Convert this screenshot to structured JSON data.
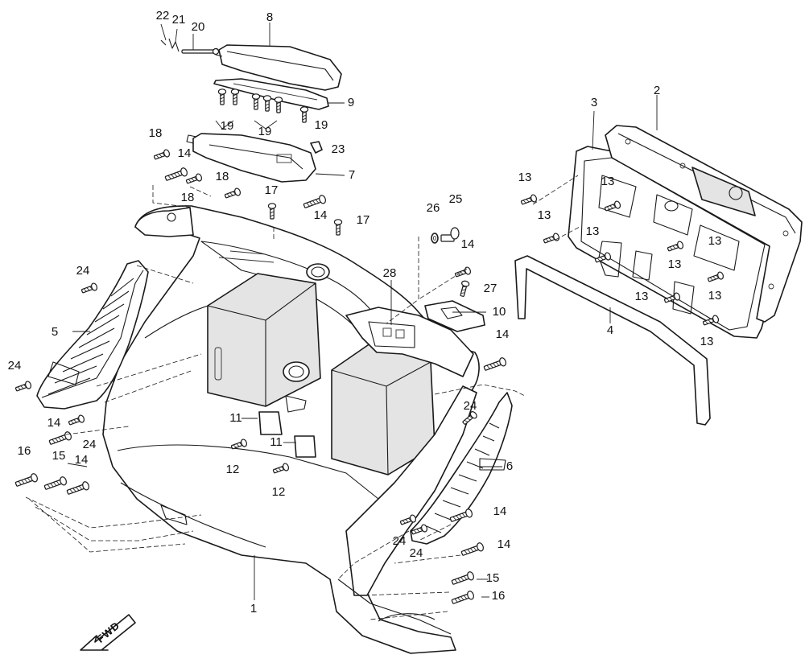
{
  "diagram": {
    "direction_label": "FWD",
    "callouts": [
      {
        "id": "c1",
        "text": "1"
      },
      {
        "id": "c2",
        "text": "2"
      },
      {
        "id": "c3",
        "text": "3"
      },
      {
        "id": "c4",
        "text": "4"
      },
      {
        "id": "c5",
        "text": "5"
      },
      {
        "id": "c6",
        "text": "6"
      },
      {
        "id": "c7",
        "text": "7"
      },
      {
        "id": "c8",
        "text": "8"
      },
      {
        "id": "c9",
        "text": "9"
      },
      {
        "id": "c10",
        "text": "10"
      },
      {
        "id": "c11a",
        "text": "11"
      },
      {
        "id": "c11b",
        "text": "11"
      },
      {
        "id": "c12a",
        "text": "12"
      },
      {
        "id": "c12b",
        "text": "12"
      },
      {
        "id": "c13a",
        "text": "13"
      },
      {
        "id": "c13b",
        "text": "13"
      },
      {
        "id": "c13c",
        "text": "13"
      },
      {
        "id": "c13d",
        "text": "13"
      },
      {
        "id": "c13e",
        "text": "13"
      },
      {
        "id": "c13f",
        "text": "13"
      },
      {
        "id": "c13g",
        "text": "13"
      },
      {
        "id": "c13h",
        "text": "13"
      },
      {
        "id": "c13i",
        "text": "13"
      },
      {
        "id": "c14a",
        "text": "14"
      },
      {
        "id": "c14b",
        "text": "14"
      },
      {
        "id": "c14c",
        "text": "14"
      },
      {
        "id": "c14d",
        "text": "14"
      },
      {
        "id": "c14e",
        "text": "14"
      },
      {
        "id": "c14f",
        "text": "14"
      },
      {
        "id": "c14g",
        "text": "14"
      },
      {
        "id": "c14h",
        "text": "14"
      },
      {
        "id": "c15a",
        "text": "15"
      },
      {
        "id": "c15b",
        "text": "15"
      },
      {
        "id": "c16a",
        "text": "16"
      },
      {
        "id": "c16b",
        "text": "16"
      },
      {
        "id": "c17a",
        "text": "17"
      },
      {
        "id": "c17b",
        "text": "17"
      },
      {
        "id": "c18a",
        "text": "18"
      },
      {
        "id": "c18b",
        "text": "18"
      },
      {
        "id": "c18c",
        "text": "18"
      },
      {
        "id": "c19a",
        "text": "19"
      },
      {
        "id": "c19b",
        "text": "19"
      },
      {
        "id": "c19c",
        "text": "19"
      },
      {
        "id": "c20",
        "text": "20"
      },
      {
        "id": "c21",
        "text": "21"
      },
      {
        "id": "c22",
        "text": "22"
      },
      {
        "id": "c23",
        "text": "23"
      },
      {
        "id": "c24a",
        "text": "24"
      },
      {
        "id": "c24b",
        "text": "24"
      },
      {
        "id": "c24c",
        "text": "24"
      },
      {
        "id": "c24d",
        "text": "24"
      },
      {
        "id": "c24e",
        "text": "24"
      },
      {
        "id": "c24f",
        "text": "24"
      },
      {
        "id": "c25",
        "text": "25"
      },
      {
        "id": "c26",
        "text": "26"
      },
      {
        "id": "c27",
        "text": "27"
      },
      {
        "id": "c28",
        "text": "28"
      }
    ]
  }
}
